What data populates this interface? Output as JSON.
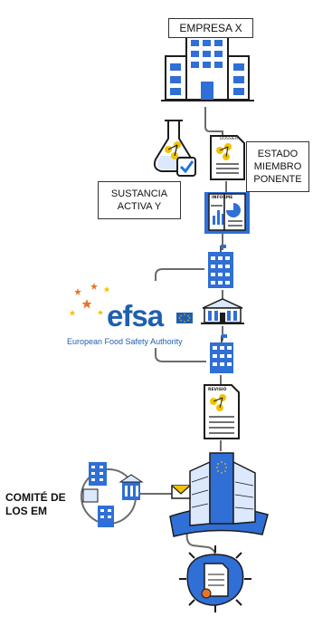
{
  "labels": {
    "company": "EMPRESA X",
    "substance_line1": "SUSTANCIA",
    "substance_line2": "ACTIVA Y",
    "state_line1": "ESTADO",
    "state_line2": "MIEMBRO",
    "state_line3": "PONENTE",
    "committee_line1": "COMITÉ DE",
    "committee_line2": "LOS EM"
  },
  "efsa": {
    "wordmark": "efsa",
    "subtitle": "European Food Safety Authority"
  },
  "doc_labels": {
    "dossier": "DOSSIER",
    "report": "INFORME",
    "review": "REVISIÓ"
  },
  "colors": {
    "primary_blue": "#2f6fd6",
    "light_blue": "#dce8fb",
    "line_gray": "#6b6b6b",
    "efsa_blue": "#1f5fae",
    "efsa_green": "#8cbf2f",
    "eu_star": "#f2c300",
    "star_orange": "#e8742a",
    "check_blue": "#1b73e8",
    "dark": "#1c1c1c"
  }
}
